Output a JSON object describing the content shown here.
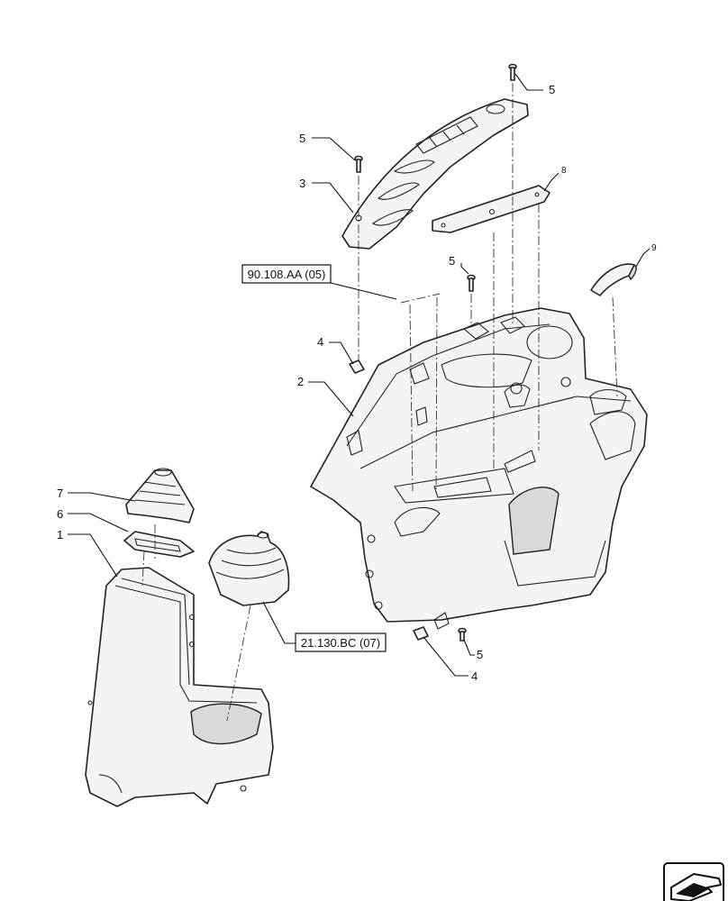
{
  "callouts": {
    "c1": "1",
    "c2": "2",
    "c3": "3",
    "c4a": "4",
    "c4b": "4",
    "c5a": "5",
    "c5b": "5",
    "c5c": "5",
    "c5d": "5",
    "c6": "6",
    "c7": "7",
    "c8": "8",
    "c9": "9"
  },
  "references": {
    "ref_top": "90.108.AA (05)",
    "ref_bottom": "21.130.BC (07)"
  },
  "icons": {
    "nav": "next-page-arrow-icon"
  }
}
